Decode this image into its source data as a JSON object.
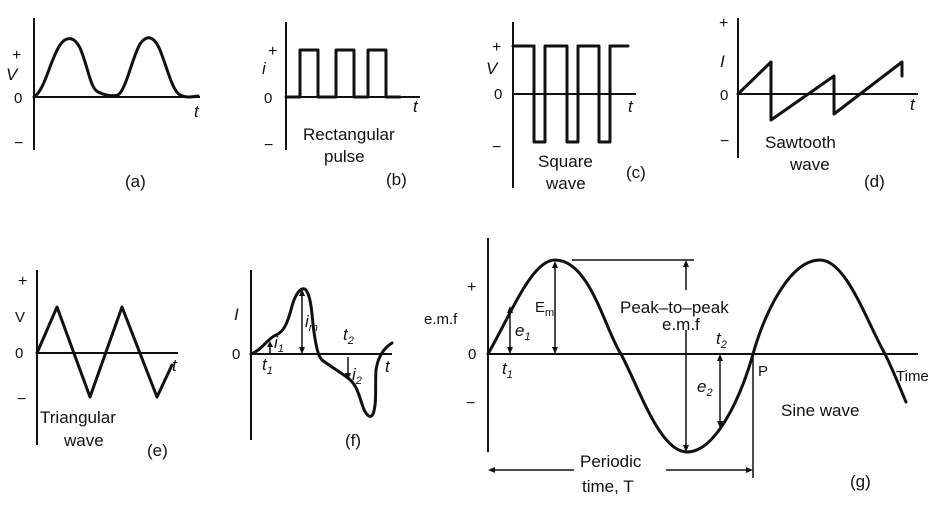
{
  "panels": {
    "a": {
      "y_axis": "V",
      "plus": "+",
      "zero": "0",
      "minus": "−",
      "x_axis": "t",
      "caption": "(a)"
    },
    "b": {
      "y_axis": "i",
      "plus": "+",
      "zero": "0",
      "minus": "−",
      "x_axis": "t",
      "caption": "(b)",
      "name_line1": "Rectangular",
      "name_line2": "pulse"
    },
    "c": {
      "y_axis": "V",
      "plus": "+",
      "zero": "0",
      "minus": "−",
      "x_axis": "t",
      "caption": "(c)",
      "name_line1": "Square",
      "name_line2": "wave"
    },
    "d": {
      "y_axis": "I",
      "plus": "+",
      "zero": "0",
      "minus": "−",
      "x_axis": "t",
      "caption": "(d)",
      "name_line1": "Sawtooth",
      "name_line2": "wave"
    },
    "e": {
      "y_axis": "V",
      "plus": "+",
      "zero": "0",
      "minus": "−",
      "x_axis": "t",
      "caption": "(e)",
      "name_line1": "Triangular",
      "name_line2": "wave"
    },
    "f": {
      "y_axis": "I",
      "zero": "0",
      "x_axis": "t",
      "caption": "(f)",
      "i1": "i",
      "i1_sub": "1",
      "im": "i",
      "im_sub": "m",
      "i2": "i",
      "i2_sub": "2",
      "t1": "t",
      "t1_sub": "1",
      "t2": "t",
      "t2_sub": "2"
    },
    "g": {
      "y_axis": "e.m.f",
      "plus": "+",
      "zero": "0",
      "minus": "−",
      "x_axis": "Time",
      "caption": "(g)",
      "e1": "e",
      "e1_sub": "1",
      "Em": "E",
      "Em_sub": "m",
      "e2": "e",
      "e2_sub": "2",
      "t1": "t",
      "t1_sub": "1",
      "t2": "t",
      "t2_sub": "2",
      "point_P": "P",
      "p2p_line1": "Peak–to–peak",
      "p2p_line2": "e.m.f",
      "period_line1": "Periodic",
      "period_line2": "time, T",
      "name": "Sine wave"
    }
  }
}
